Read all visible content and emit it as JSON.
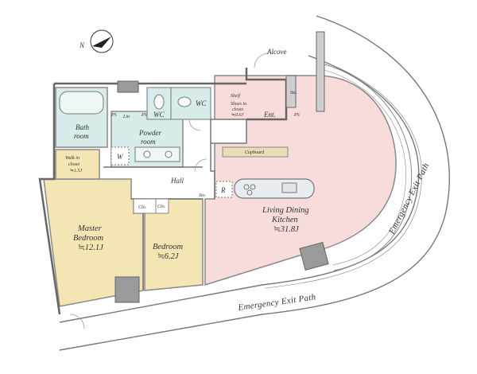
{
  "compass": {
    "north": "N"
  },
  "rooms": {
    "alcove": "Alcove",
    "ent": "Ent.",
    "sto_top": "Sto.",
    "ps_top": "PS",
    "ps_ent": "PS",
    "ps_bath": "PS",
    "bath": [
      "Bath",
      "room"
    ],
    "lin": "Lin",
    "wc_powder": "WC",
    "wc_hall": "WC",
    "shelf": "Shelf",
    "shoe_closet": [
      "Shoes in",
      "closet",
      "≒0.6J"
    ],
    "powder": [
      "Powder",
      "room"
    ],
    "washer": "W",
    "walkin": [
      "Walk in",
      "closet",
      "≒1.5J"
    ],
    "cupboard": "Cupboard",
    "hall": "Hall",
    "sto_hall": "Sto.",
    "fridge": "R",
    "ldk": [
      "Living Dining",
      "Kitchen",
      "≒31.8J"
    ],
    "clo_big": "Clo.",
    "clo_small": "Clo.",
    "master": [
      "Master",
      "Bedroom",
      "≒12.1J"
    ],
    "bedroom": [
      "Bedroom",
      "≒6.2J"
    ]
  },
  "exit_paths": {
    "bottom": "Emergency Exit Path",
    "right": "Emergency Exit Path"
  },
  "colors": {
    "ldk": "#f8dcdc",
    "bedroom": "#f3e6b4",
    "wet": "#d8ecec",
    "wall": "#8a8a8a",
    "column": "#9a9a9a"
  }
}
